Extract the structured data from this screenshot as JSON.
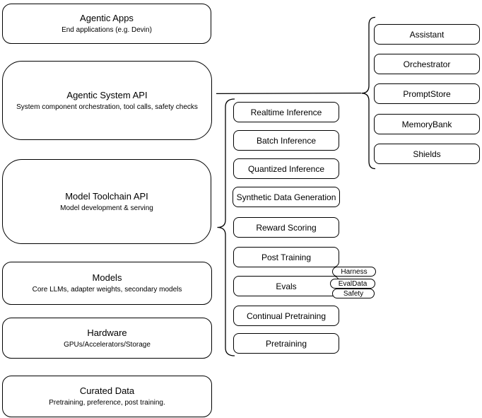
{
  "colors": {
    "stroke": "#000000",
    "background": "#ffffff",
    "text": "#000000"
  },
  "left_stack": [
    {
      "title": "Agentic Apps",
      "subtitle": "End applications (e.g. Devin)"
    },
    {
      "title": "Agentic System API",
      "subtitle": "System component orchestration, tool calls, safety checks"
    },
    {
      "title": "Model Toolchain API",
      "subtitle": "Model development & serving"
    },
    {
      "title": "Models",
      "subtitle": "Core LLMs, adapter weights, secondary models"
    },
    {
      "title": "Hardware",
      "subtitle": "GPUs/Accelerators/Storage"
    },
    {
      "title": "Curated Data",
      "subtitle": "Pretraining, preference, post training."
    }
  ],
  "toolchain_group": {
    "items": [
      "Realtime Inference",
      "Batch Inference",
      "Quantized Inference",
      "Synthetic Data Generation",
      "Reward Scoring",
      "Post Training",
      "Evals",
      "Continual Pretraining",
      "Pretraining"
    ],
    "evals_tags": [
      "Harness",
      "EvalData",
      "Safety"
    ]
  },
  "system_group": {
    "items": [
      "Assistant",
      "Orchestrator",
      "PromptStore",
      "MemoryBank",
      "Shields"
    ]
  }
}
